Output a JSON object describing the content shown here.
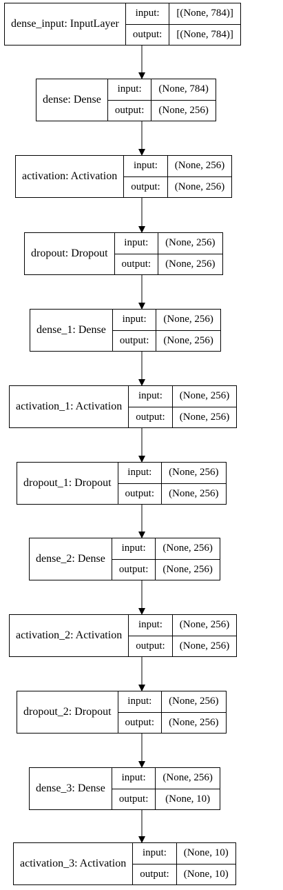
{
  "diagram": {
    "nodes": [
      {
        "name": "dense_input: InputLayer",
        "input_label": "input:",
        "output_label": "output:",
        "input_shape": "[(None, 784)]",
        "output_shape": "[(None, 784)]"
      },
      {
        "name": "dense: Dense",
        "input_label": "input:",
        "output_label": "output:",
        "input_shape": "(None, 784)",
        "output_shape": "(None, 256)"
      },
      {
        "name": "activation: Activation",
        "input_label": "input:",
        "output_label": "output:",
        "input_shape": "(None, 256)",
        "output_shape": "(None, 256)"
      },
      {
        "name": "dropout: Dropout",
        "input_label": "input:",
        "output_label": "output:",
        "input_shape": "(None, 256)",
        "output_shape": "(None, 256)"
      },
      {
        "name": "dense_1: Dense",
        "input_label": "input:",
        "output_label": "output:",
        "input_shape": "(None, 256)",
        "output_shape": "(None, 256)"
      },
      {
        "name": "activation_1: Activation",
        "input_label": "input:",
        "output_label": "output:",
        "input_shape": "(None, 256)",
        "output_shape": "(None, 256)"
      },
      {
        "name": "dropout_1: Dropout",
        "input_label": "input:",
        "output_label": "output:",
        "input_shape": "(None, 256)",
        "output_shape": "(None, 256)"
      },
      {
        "name": "dense_2: Dense",
        "input_label": "input:",
        "output_label": "output:",
        "input_shape": "(None, 256)",
        "output_shape": "(None, 256)"
      },
      {
        "name": "activation_2: Activation",
        "input_label": "input:",
        "output_label": "output:",
        "input_shape": "(None, 256)",
        "output_shape": "(None, 256)"
      },
      {
        "name": "dropout_2: Dropout",
        "input_label": "input:",
        "output_label": "output:",
        "input_shape": "(None, 256)",
        "output_shape": "(None, 256)"
      },
      {
        "name": "dense_3: Dense",
        "input_label": "input:",
        "output_label": "output:",
        "input_shape": "(None, 256)",
        "output_shape": "(None, 10)"
      },
      {
        "name": "activation_3: Activation",
        "input_label": "input:",
        "output_label": "output:",
        "input_shape": "(None, 10)",
        "output_shape": "(None, 10)"
      }
    ],
    "edges": [
      {
        "from": 0,
        "to": 1
      },
      {
        "from": 1,
        "to": 2
      },
      {
        "from": 2,
        "to": 3
      },
      {
        "from": 3,
        "to": 4
      },
      {
        "from": 4,
        "to": 5
      },
      {
        "from": 5,
        "to": 6
      },
      {
        "from": 6,
        "to": 7
      },
      {
        "from": 7,
        "to": 8
      },
      {
        "from": 8,
        "to": 9
      },
      {
        "from": 9,
        "to": 10
      },
      {
        "from": 10,
        "to": 11
      }
    ]
  }
}
